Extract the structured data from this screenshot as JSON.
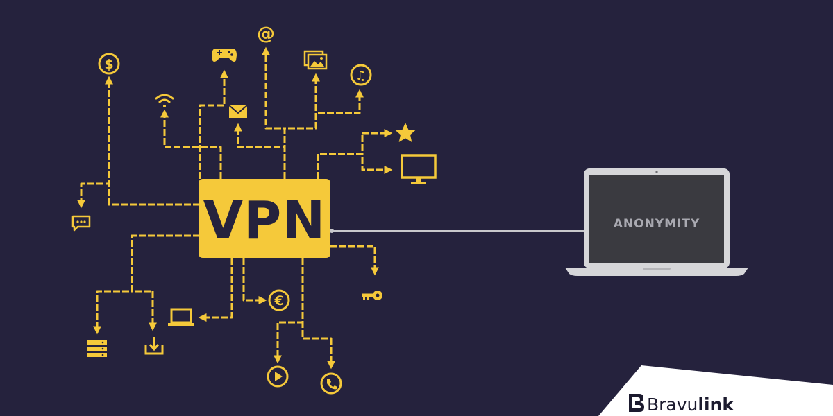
{
  "diagram": {
    "center_label": "VPN",
    "laptop_screen_text": "ANONYMITY"
  },
  "brand": {
    "name_regular": "Bravu",
    "name_bold": "link"
  },
  "icons": [
    "dollar-icon",
    "gamepad-icon",
    "at-sign-icon",
    "image-gallery-icon",
    "music-note-icon",
    "wifi-icon",
    "mail-icon",
    "star-icon",
    "monitor-icon",
    "chat-bubble-icon",
    "key-icon",
    "euro-icon",
    "laptop-icon",
    "server-icon",
    "download-icon",
    "play-icon",
    "phone-icon"
  ],
  "colors": {
    "background": "#25223d",
    "accent": "#f5c93a",
    "laptop_body": "#d6d6d9",
    "laptop_screen": "#3a3a40",
    "brand_panel": "#ffffff"
  }
}
